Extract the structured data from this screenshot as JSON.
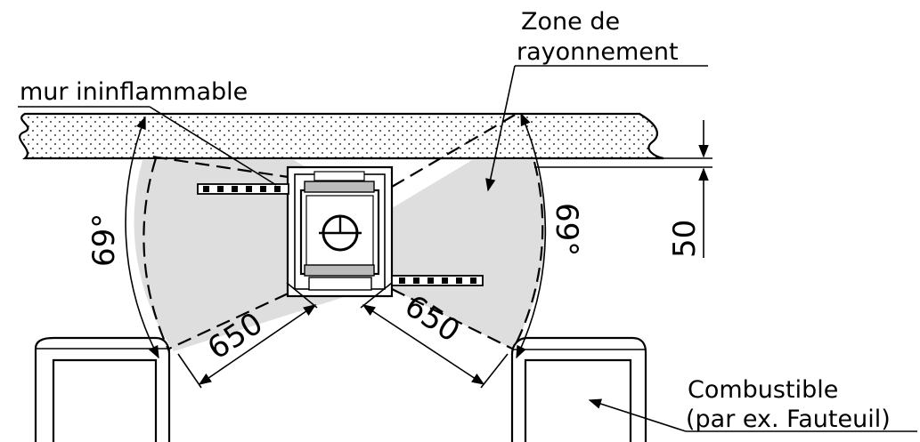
{
  "labels": {
    "zone_line1": "Zone de",
    "zone_line2": "rayonnement",
    "wall": "mur ininflammable",
    "combustible_line1": "Combustible",
    "combustible_line2": "(par ex. Fauteuil)"
  },
  "dimensions": {
    "angle_left": "69°",
    "angle_right": "69°",
    "distance_left": "650",
    "distance_right": "650",
    "wall_gap": "50"
  },
  "colors": {
    "radiation_zone": "#dedede",
    "line": "#000000",
    "background": "#ffffff"
  }
}
